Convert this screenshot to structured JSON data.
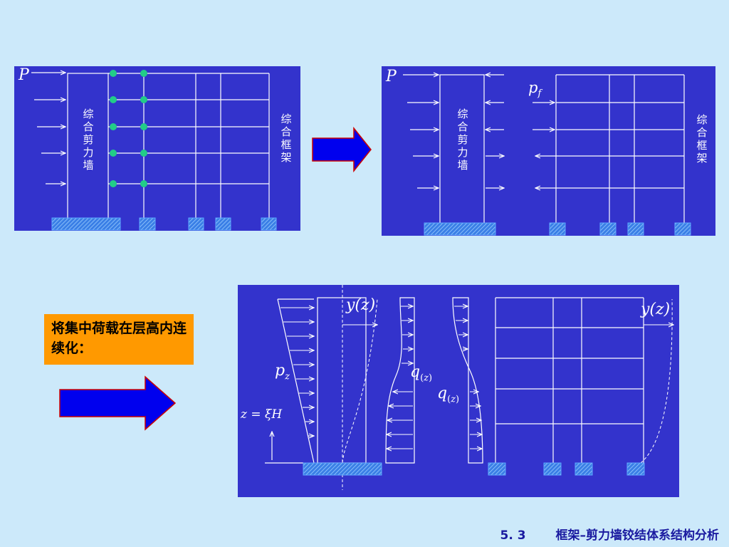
{
  "panel1": {
    "load_label": "P",
    "wall_label": "综合剪力墙",
    "frame_label": "综合框架"
  },
  "panel2": {
    "load_label": "P",
    "interaction_label": "p_f",
    "wall_label": "综合剪力墙",
    "frame_label": "综合框架"
  },
  "panel3": {
    "deflection_label_left": "y(z)",
    "deflection_label_right": "y(z)",
    "load_label": "p_z",
    "height_label": "z = ξH",
    "interaction_label_1": "q(z)",
    "interaction_label_2": "q(z)"
  },
  "note": "将集中荷载在层高内连续化：",
  "footer": {
    "section_number": "5. 3",
    "section_title": "框架–剪力墙铰结体系结构分析"
  },
  "colors": {
    "background": "#cce9fa",
    "panel": "#3333cc",
    "arrow_fill": "#0000ee",
    "arrow_border": "#cc0000",
    "note_bg": "#ff9900",
    "link_dot": "#22cc88"
  }
}
